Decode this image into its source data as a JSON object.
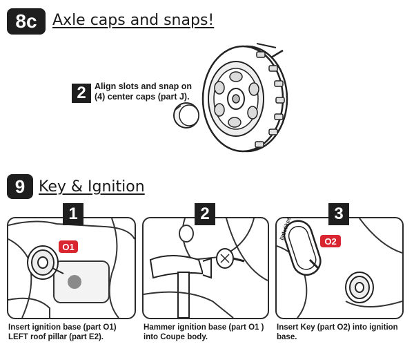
{
  "colors": {
    "accent_red": "#d8252f",
    "ink": "#1e1e1e"
  },
  "section_8c": {
    "badge": "8c",
    "title": "Axle caps and snaps!",
    "step": {
      "number": "2",
      "line1": "Align slots and snap on",
      "line2": "(4) center caps (part J)."
    }
  },
  "section_9": {
    "badge": "9",
    "title": "Key & Ignition",
    "panels": [
      {
        "number": "1",
        "tag": "O1",
        "caption_line1": "Insert ignition base (part O1)",
        "caption_line2": "LEFT roof pillar (part E2)."
      },
      {
        "number": "2",
        "caption_line1": "Hammer ignition base (part O1 )",
        "caption_line2": "into Coupe body."
      },
      {
        "number": "3",
        "tag": "O2",
        "caption_line1": "Insert Key (part O2) into ignition",
        "caption_line2": "base.",
        "key_text": "littletikes"
      }
    ]
  }
}
